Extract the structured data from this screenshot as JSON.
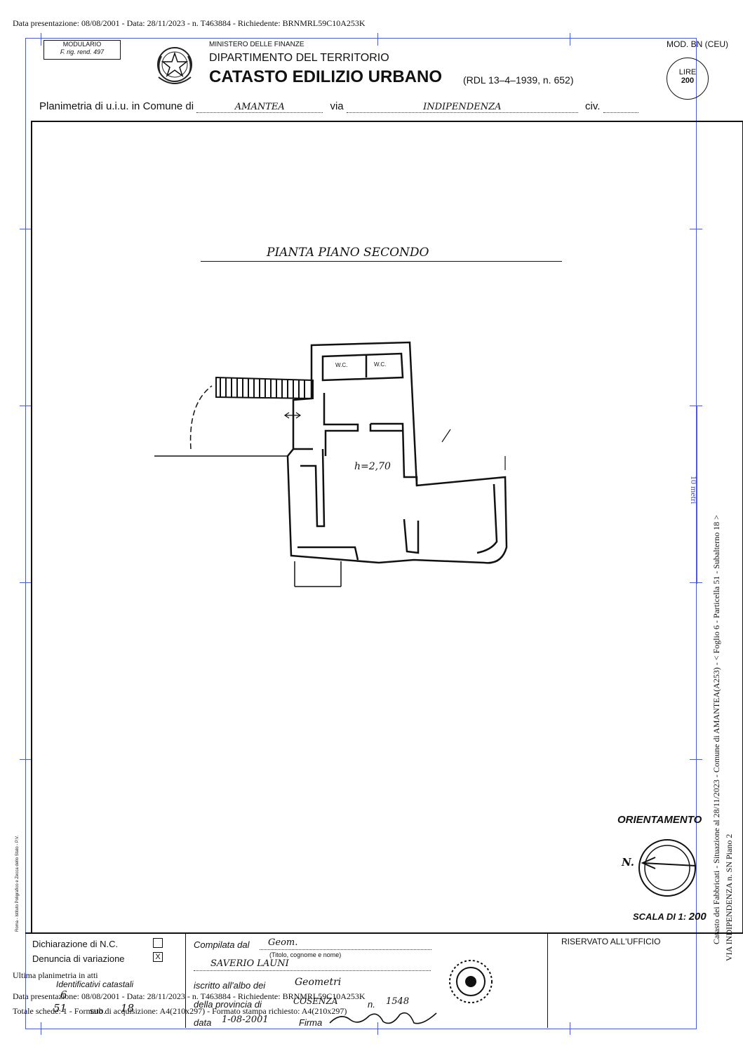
{
  "header_line": "Data presentazione: 08/08/2001 - Data: 28/11/2023 - n. T463884 - Richiedente: BRNMRL59C10A253K",
  "modulario": {
    "line1": "MODULARIO",
    "line2": "F. rig. rend. 497"
  },
  "ministry": "MINISTERO DELLE FINANZE",
  "department": "DIPARTIMENTO DEL TERRITORIO",
  "title": "CATASTO EDILIZIO URBANO",
  "law_ref": "(RDL 13–4–1939, n. 652)",
  "mod": "MOD. BN (CEU)",
  "stamp": {
    "line1": "LIRE",
    "line2": "200"
  },
  "planimetria": {
    "label": "Planimetria di u.i.u. in Comune di",
    "comune": "AMANTEA",
    "via_label": "via",
    "via": "INDIPENDENZA",
    "civ_label": "civ."
  },
  "plan": {
    "title": "PIANTA PIANO SECONDO",
    "height_label": "h=2,70",
    "wc1": "W.C.",
    "wc2": "W.C."
  },
  "scale_bar": "10 metri",
  "orientamento": "ORIENTAMENTO",
  "north": "N.",
  "scala": {
    "label": "SCALA DI 1:",
    "value": "200"
  },
  "printer_note": "Roma - Istituto Poligrafico e Zecca dello Stato - P.V.",
  "side_text_1": "Catasto dei Fabbricati - Situazione al 28/11/2023 - Comune di AMANTEA(A253) - < Foglio 6 - Particella 51 - Subalterno 18 >",
  "side_text_2": "VIA INDIPENDENZA n. SN Piano 2",
  "footer": {
    "dichiarazione": "Dichiarazione di N.C.",
    "denuncia": "Denuncia di variazione",
    "denuncia_mark": "X",
    "ultima": "Ultima planimetria in atti",
    "identificativi": "Identificativi catastali",
    "foglio": "6",
    "particella": "51",
    "sub_label": "sub.",
    "sub": "18",
    "compilata_label": "Compilata dal",
    "compilata_val": "Geom.",
    "titolo_label": "(Titolo, cognome e nome)",
    "nome": "SAVERIO LAUNI",
    "iscritto_label": "iscritto all'albo dei",
    "albo": "Geometri",
    "provincia_label": "della provincia di",
    "provincia": "COSENZA",
    "n_label": "n.",
    "n_val": "1548",
    "data_label": "data",
    "data_val": "1-08-2001",
    "firma_label": "Firma",
    "riservato": "RISERVATO ALL'UFFICIO",
    "data_pres": "Data presentazione: 08/08/2001 - Data: 28/11/2023 - n. T463884 - Richiedente: BRNMRL59C10A253K",
    "totale": "Totale schede: 1 - Formato di acquisizione: A4(210x297) - Formato stampa richiesto: A4(210x297)"
  }
}
